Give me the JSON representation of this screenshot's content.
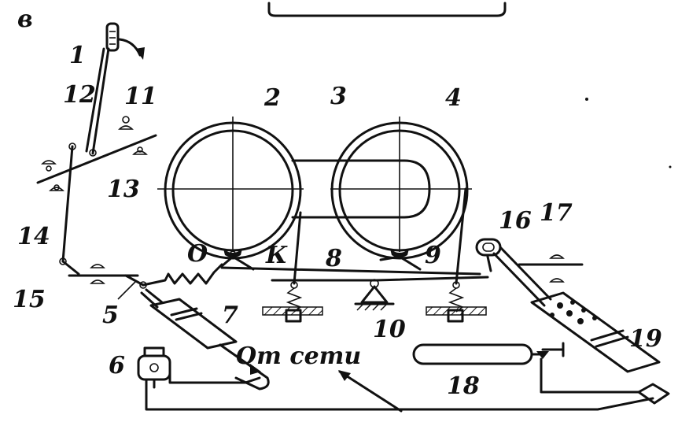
{
  "figure_letter": "в",
  "labels": {
    "n1": "1",
    "n2": "2",
    "n3": "3",
    "n4": "4",
    "n5": "5",
    "n6": "6",
    "n7": "7",
    "n8": "8",
    "n9": "9",
    "n10": "10",
    "n11": "11",
    "n12": "12",
    "n13": "13",
    "n14": "14",
    "n15": "15",
    "n16": "16",
    "n17": "17",
    "n18": "18",
    "n19": "19",
    "pivot_o": "О",
    "pivot_k": "К"
  },
  "supply_label": "От сети"
}
